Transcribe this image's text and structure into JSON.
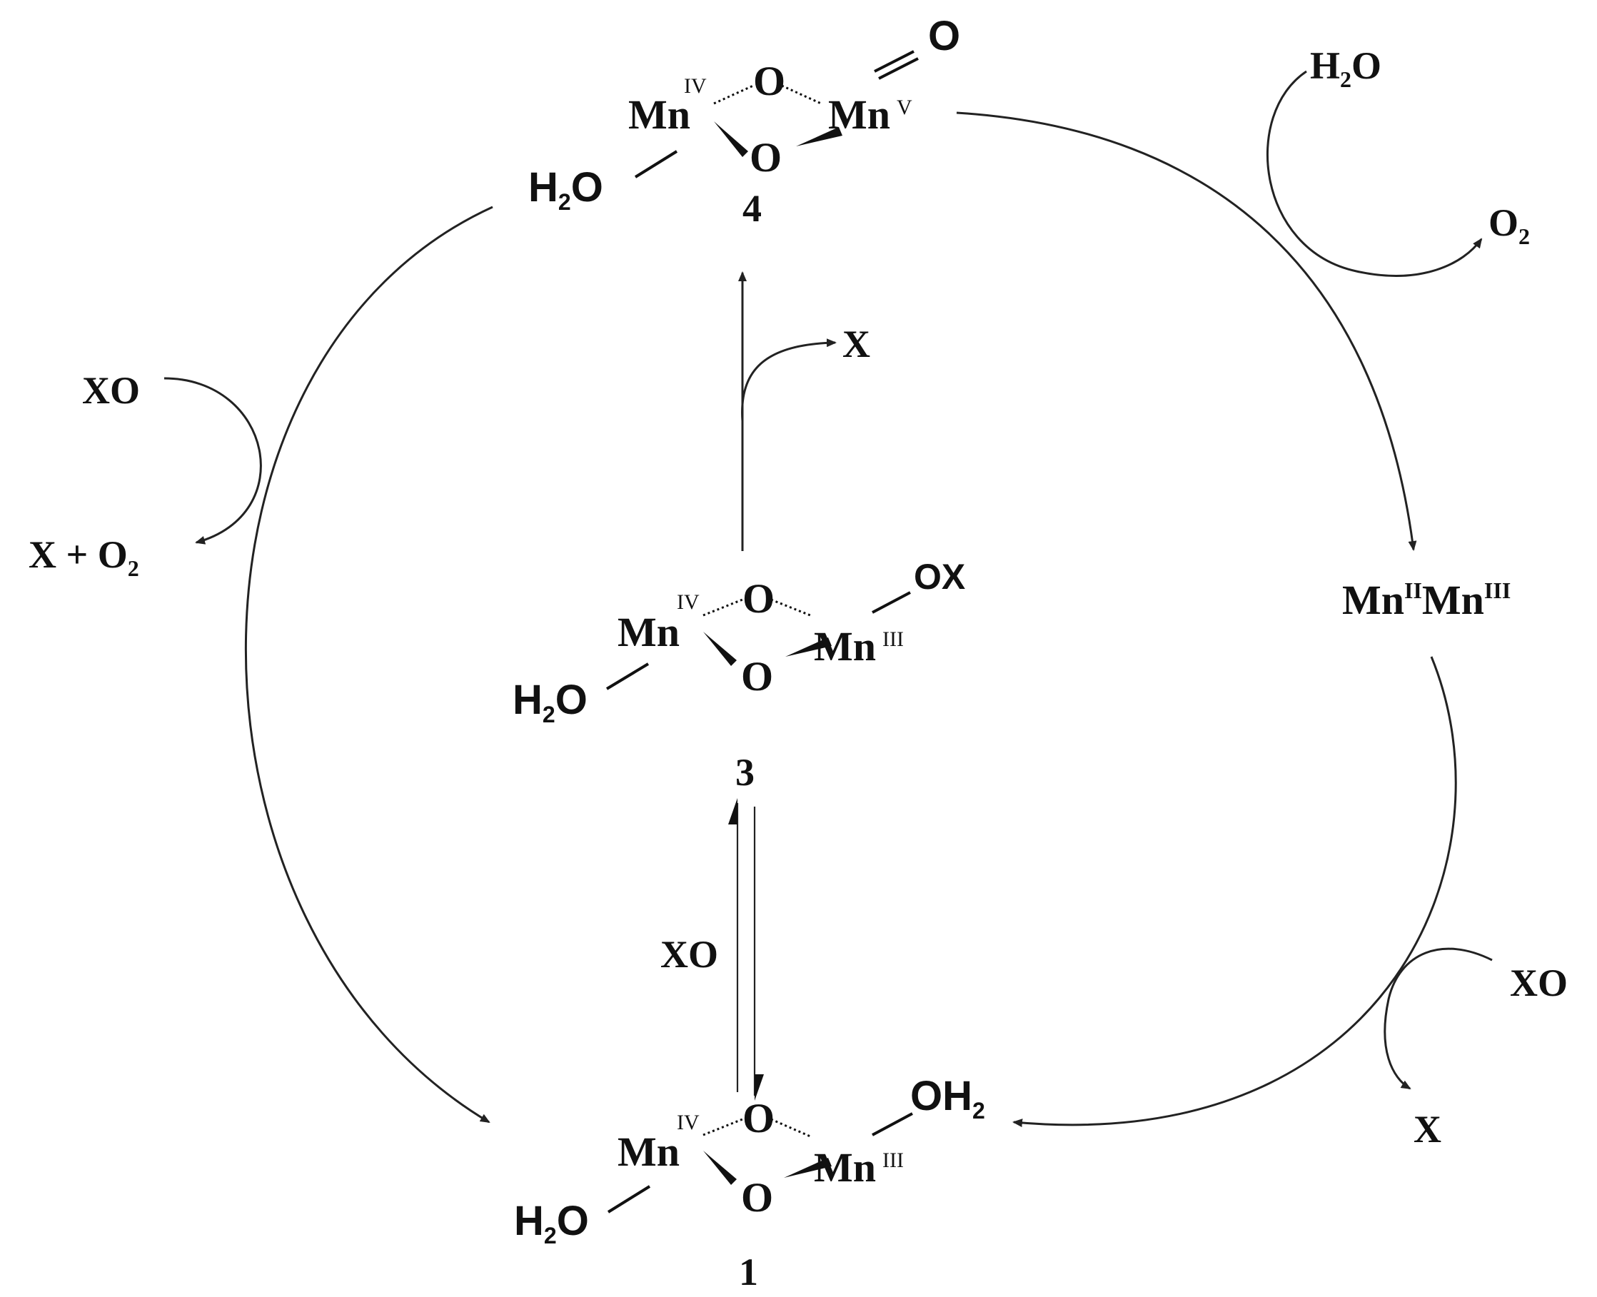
{
  "compound_1": {
    "number": "1",
    "mn_left": "Mn",
    "mn_left_ox": "IV",
    "mn_right": "Mn",
    "mn_right_ox": "III",
    "bridge_top": "O",
    "bridge_bottom": "O",
    "ligand_left": "H",
    "ligand_left_sub": "2",
    "ligand_left_end": "O",
    "ligand_right": "OH",
    "ligand_right_sub": "2"
  },
  "compound_3": {
    "number": "3",
    "mn_left": "Mn",
    "mn_left_ox": "IV",
    "mn_right": "Mn",
    "mn_right_ox": "III",
    "bridge_top": "O",
    "bridge_bottom": "O",
    "ligand_left": "H",
    "ligand_left_sub": "2",
    "ligand_left_end": "O",
    "ligand_right": "OX"
  },
  "compound_4": {
    "number": "4",
    "mn_left": "Mn",
    "mn_left_ox": "IV",
    "mn_right": "Mn",
    "mn_right_ox": "V",
    "bridge_top": "O",
    "bridge_bottom": "O",
    "ligand_left": "H",
    "ligand_left_sub": "2",
    "ligand_left_end": "O",
    "oxo": "O"
  },
  "intermediate": {
    "mn1": "Mn",
    "mn1_ox": "II",
    "mn2": "Mn",
    "mn2_ox": "III"
  },
  "reagents": {
    "left_in": "XO",
    "left_out_x": "X + O",
    "left_out_sub": "2",
    "center_out": "X",
    "equilibrium_label": "XO",
    "top_right_in": "H",
    "top_right_in_sub": "2",
    "top_right_in_end": "O",
    "top_right_out": "O",
    "top_right_out_sub": "2",
    "bottom_right_in": "XO",
    "bottom_right_out": "X"
  },
  "colors": {
    "ink": "#111111",
    "background": "#ffffff"
  }
}
